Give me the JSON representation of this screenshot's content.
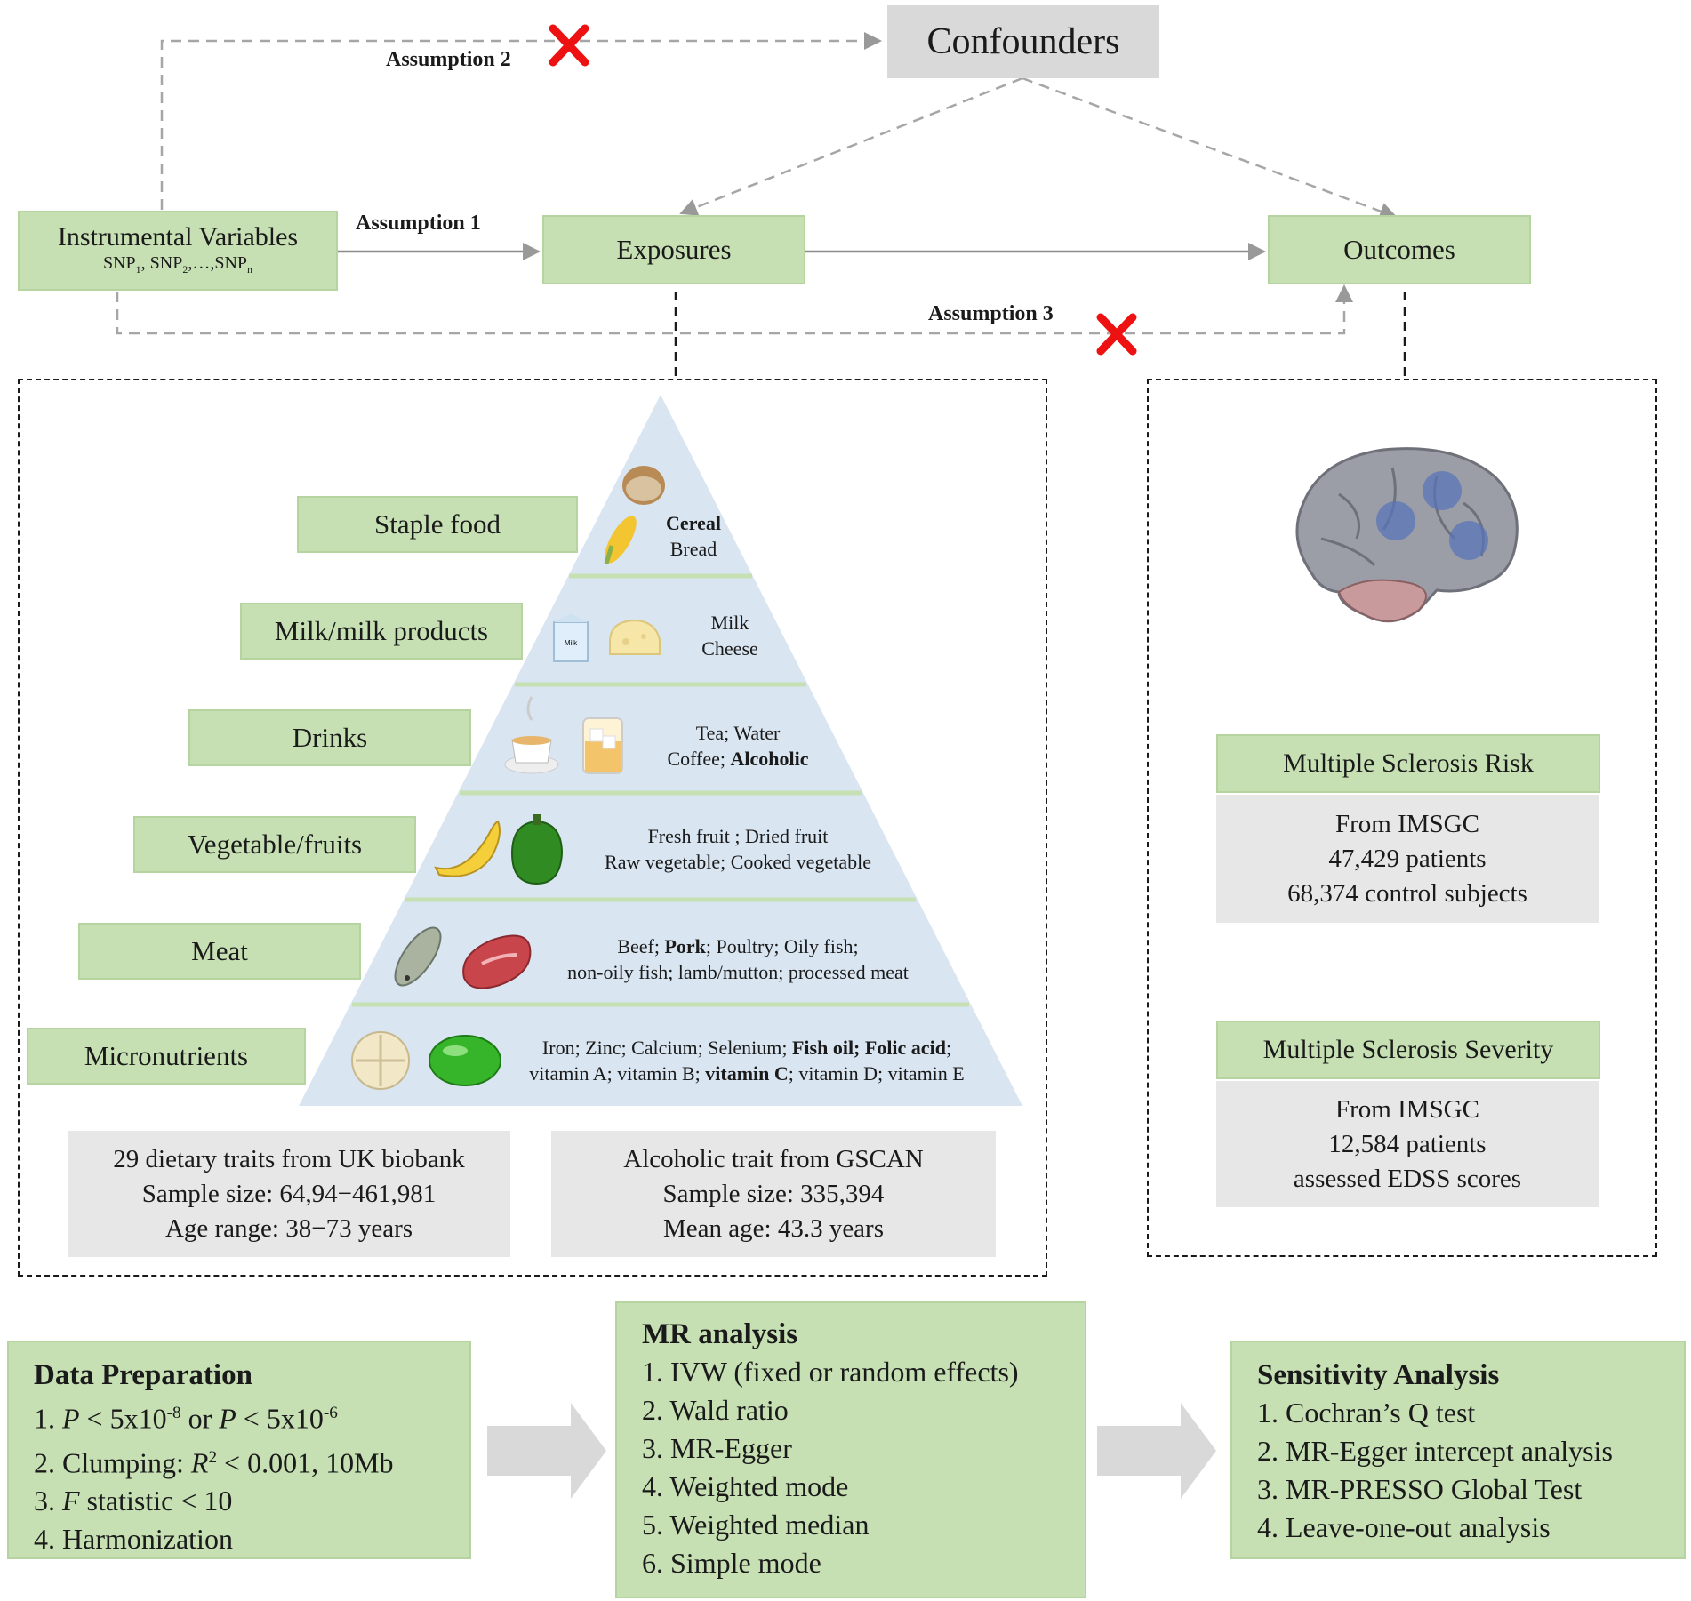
{
  "top": {
    "confounders": "Confounders",
    "iv_title": "Instrumental Variables",
    "iv_snp_a": "SNP",
    "iv_snp_a_sub": "1",
    "iv_snp_b": ", SNP",
    "iv_snp_b_sub": "2",
    "iv_snp_c": ",…,SNP",
    "iv_snp_c_sub": "n",
    "exposures": "Exposures",
    "outcomes": "Outcomes",
    "assumption1": "Assumption 1",
    "assumption2": "Assumption 2",
    "assumption3": "Assumption 3"
  },
  "pyramid": {
    "tiers": [
      {
        "label": "Staple food",
        "line1": "Cereal",
        "line2": "Bread"
      },
      {
        "label": "Milk/milk products",
        "line1": "Milk",
        "line2": "Cheese",
        "milk_carton": "Milk"
      },
      {
        "label": "Drinks",
        "line1": "Tea; Water",
        "line2a": "Coffee; ",
        "line2b": "Alcoholic"
      },
      {
        "label": "Vegetable/fruits",
        "line1": "Fresh fruit ; Dried fruit",
        "line2": "Raw vegetable; Cooked vegetable"
      },
      {
        "label": "Meat",
        "line1a": "Beef; ",
        "line1b": "Pork",
        "line1c": "; Poultry; Oily fish;",
        "line2": "non-oily fish; lamb/mutton; processed meat"
      },
      {
        "label": "Micronutrients",
        "line1a": "Iron; Zinc; Calcium; Selenium; ",
        "line1b": "Fish oil; Folic acid",
        "line1c": ";",
        "line2a": "vitamin A; vitamin B; ",
        "line2b": "vitamin  C",
        "line2c": "; vitamin D; vitamin E"
      }
    ],
    "ukb": [
      "29 dietary traits from UK biobank",
      "Sample size: 64,94−461,981",
      "Age range: 38−73 years"
    ],
    "gscan": [
      "Alcoholic  trait  from GSCAN",
      "Sample size: 335,394",
      "Mean age: 43.3 years"
    ]
  },
  "outcomes_panel": {
    "risk_title": "Multiple Sclerosis Risk",
    "risk_lines": [
      "From IMSGC",
      "47,429 patients",
      "68,374 control subjects"
    ],
    "severity_title": "Multiple Sclerosis Severity",
    "severity_lines": [
      "From IMSGC",
      "12,584 patients",
      "assessed EDSS scores"
    ]
  },
  "bottom": {
    "prep_title": "Data Preparation",
    "prep": {
      "l1a": "1. ",
      "l1p1": "P",
      "l1b": " < 5x10",
      "l1sup1": "-8",
      "l1c": "  or ",
      "l1p2": "P",
      "l1d": " < 5x10",
      "l1sup2": "-6",
      "l2a": "2. Clumping:  ",
      "l2r": "R",
      "l2sup": "2",
      "l2b": " < 0.001,  10Mb",
      "l3a": "3. ",
      "l3f": "F",
      "l3b": " statistic  < 10",
      "l4": "4. Harmonization"
    },
    "mr_title": "MR analysis",
    "mr_items": [
      "1. IVW (fixed or random effects)",
      "2. Wald ratio",
      "3. MR-Egger",
      "4. Weighted mode",
      "5. Weighted median",
      "6. Simple mode"
    ],
    "sens_title": "Sensitivity Analysis",
    "sens_items": [
      "1. Cochran’s Q test",
      "2. MR-Egger  intercept  analysis",
      "3. MR-PRESSO Global Test",
      "4. Leave-one-out  analysis"
    ]
  },
  "colors": {
    "green": "#c6e0b4",
    "grey": "#e7e7e7",
    "pyramid": "#d9e5f1",
    "cross": "#ee1111",
    "arrow": "#8c8c8c"
  }
}
